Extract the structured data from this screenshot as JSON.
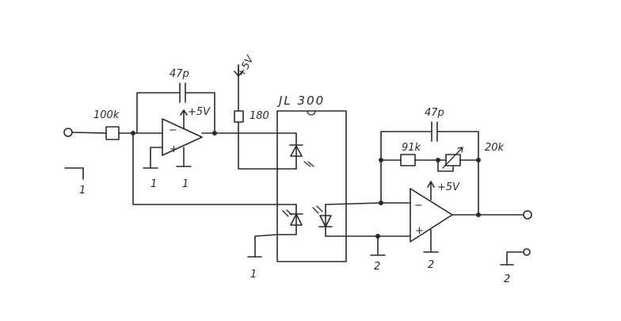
{
  "diagram": {
    "labels": {
      "cap1": "47p",
      "res_in": "100k",
      "supply1": "+5V",
      "supply_top": "+5V",
      "res_led": "180",
      "chip": "JL 300",
      "cap2": "47p",
      "res_fb": "91k",
      "res_20k": "20k",
      "supply2": "+5V",
      "opamp_minus": "−",
      "opamp_plus": "+",
      "gnd1_a": "1",
      "gnd1_b": "1",
      "gnd1_c": "1",
      "gnd1_d": "1",
      "gnd2_a": "2",
      "gnd2_b": "2",
      "gnd2_c": "2"
    },
    "colors": {
      "ink": "#2a2a2a",
      "paper": "#ffffff"
    }
  }
}
